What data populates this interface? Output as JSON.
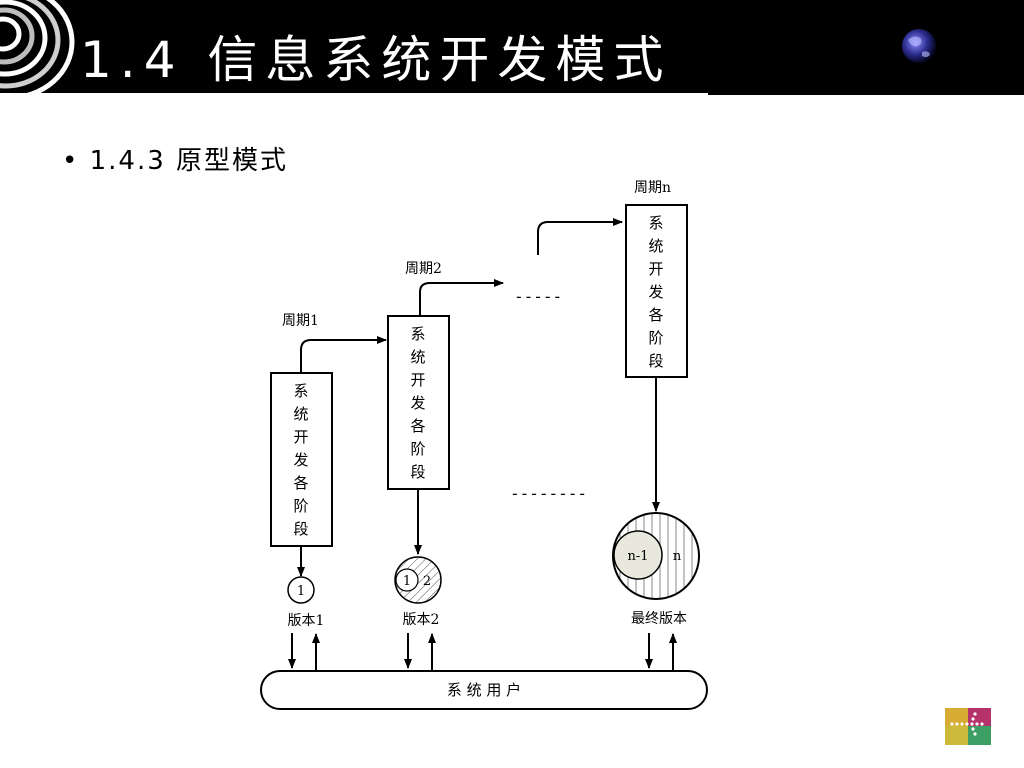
{
  "slide": {
    "title": "1.4 信息系统开发模式",
    "bullet_marker": "•",
    "bullet_text": "1.4.3 原型模式"
  },
  "diagram": {
    "cycles": [
      {
        "label": "周期1",
        "stage_chars": [
          "系",
          "统",
          "开",
          "发",
          "各",
          "阶",
          "段"
        ],
        "version_numbers": [
          "1"
        ],
        "version_label": "版本1"
      },
      {
        "label": "周期2",
        "stage_chars": [
          "系",
          "统",
          "开",
          "发",
          "各",
          "阶",
          "段"
        ],
        "version_numbers": [
          "1",
          "2"
        ],
        "version_label": "版本2"
      },
      {
        "label": "周期n",
        "stage_chars": [
          "系",
          "统",
          "开",
          "发",
          "各",
          "阶",
          "段"
        ],
        "version_numbers": [
          "n-1",
          "n"
        ],
        "version_label": "最终版本"
      }
    ],
    "ellipsis_upper": "-----",
    "ellipsis_lower": "--------",
    "users_label": "系 统 用 户"
  },
  "colors": {
    "header_bg": "#000000",
    "title_text": "#ffffff",
    "inner_circle_fill": "#e8e8dc"
  },
  "icons": [
    "spiral-decoration-icon",
    "globe-icon",
    "arrow-nav-icon"
  ]
}
